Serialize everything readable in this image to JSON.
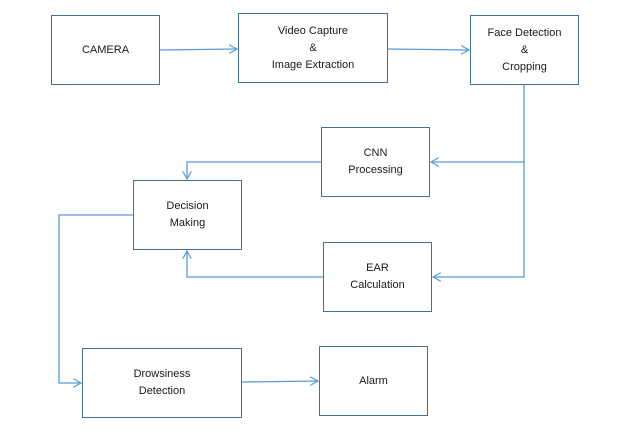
{
  "nodes": {
    "camera": {
      "lines": [
        "CAMERA"
      ]
    },
    "capture": {
      "lines": [
        "Video Capture",
        "&",
        "Image Extraction"
      ]
    },
    "face": {
      "lines": [
        "Face Detection",
        "&",
        "Cropping"
      ]
    },
    "cnn": {
      "lines": [
        "CNN",
        "Processing"
      ]
    },
    "decision": {
      "lines": [
        "Decision",
        "Making"
      ]
    },
    "ear": {
      "lines": [
        "EAR",
        "Calculation"
      ]
    },
    "drowsy": {
      "lines": [
        "Drowsiness",
        "Detection"
      ]
    },
    "alarm": {
      "lines": [
        "Alarm"
      ]
    }
  },
  "edges": [
    {
      "from": "camera",
      "to": "capture"
    },
    {
      "from": "capture",
      "to": "face"
    },
    {
      "from": "face",
      "to": "cnn"
    },
    {
      "from": "face",
      "to": "ear"
    },
    {
      "from": "cnn",
      "to": "decision"
    },
    {
      "from": "ear",
      "to": "decision"
    },
    {
      "from": "decision",
      "to": "drowsy"
    },
    {
      "from": "drowsy",
      "to": "alarm"
    }
  ],
  "colors": {
    "border": "#41719c",
    "connector": "#5b9bd5",
    "text": "#1a1a1a"
  }
}
